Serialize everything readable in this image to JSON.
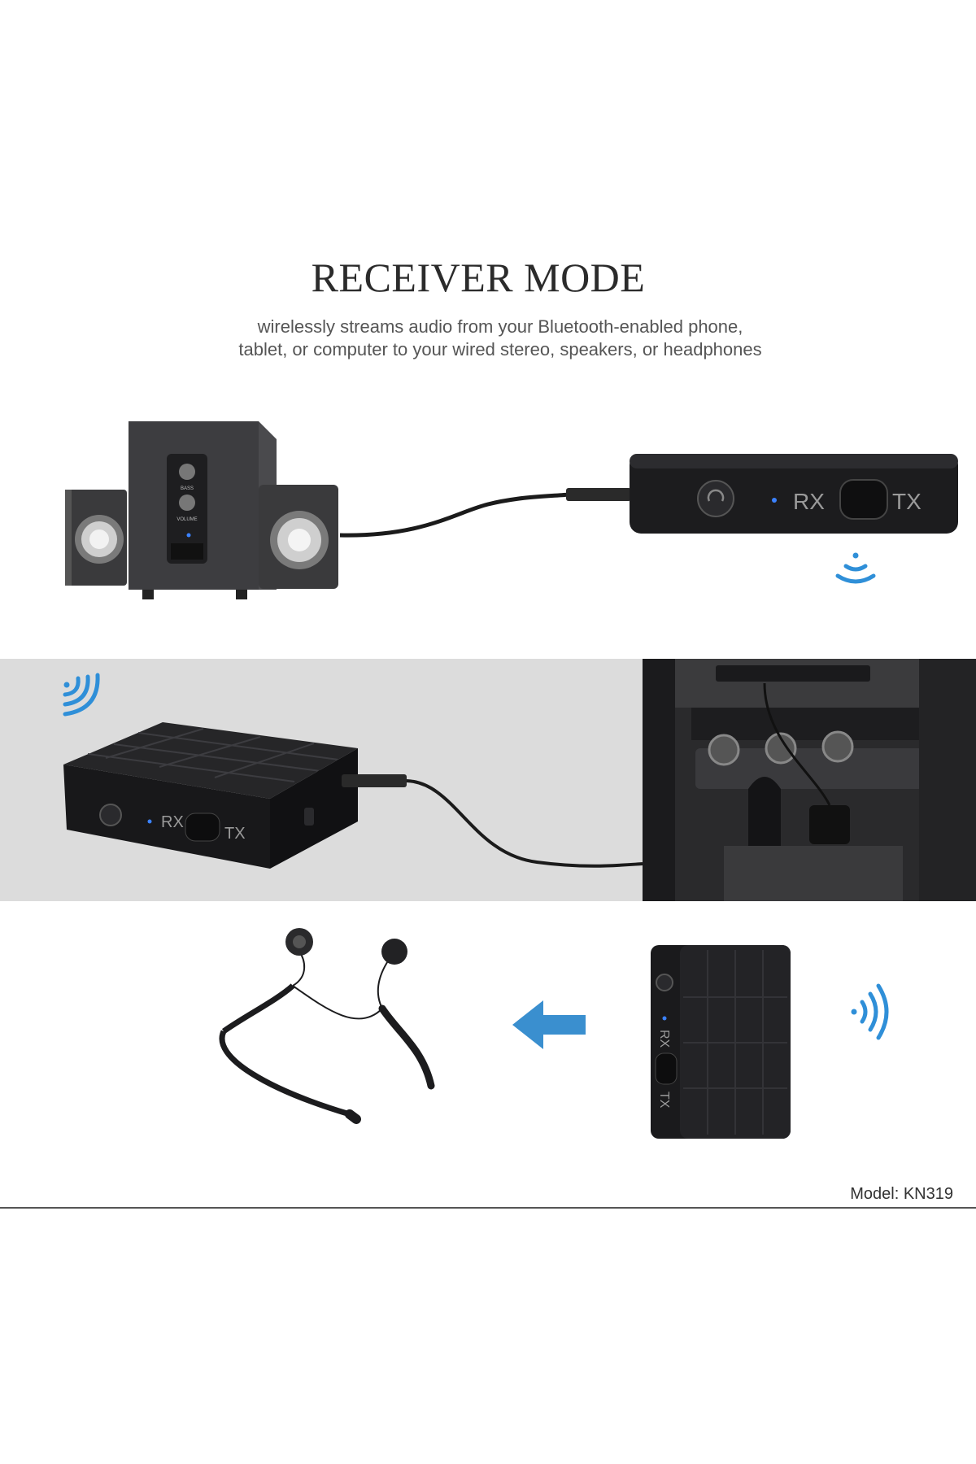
{
  "heading": {
    "title": "RECEIVER MODE",
    "subtitle_line1": "wirelessly streams audio from your Bluetooth-enabled phone,",
    "subtitle_line2": "tablet, or computer to your wired stereo, speakers, or headphones"
  },
  "device": {
    "rx_label": "RX",
    "tx_label": "TX",
    "speaker_button_bass": "BASS",
    "speaker_button_volume": "VOLUME"
  },
  "footer": {
    "model": "Model: KN319"
  },
  "colors": {
    "device_body": "#1c1c1e",
    "wave_blue": "#2f8fd8",
    "arrow_blue": "#3a8fcf",
    "band_gray": "#dcdcdc"
  }
}
